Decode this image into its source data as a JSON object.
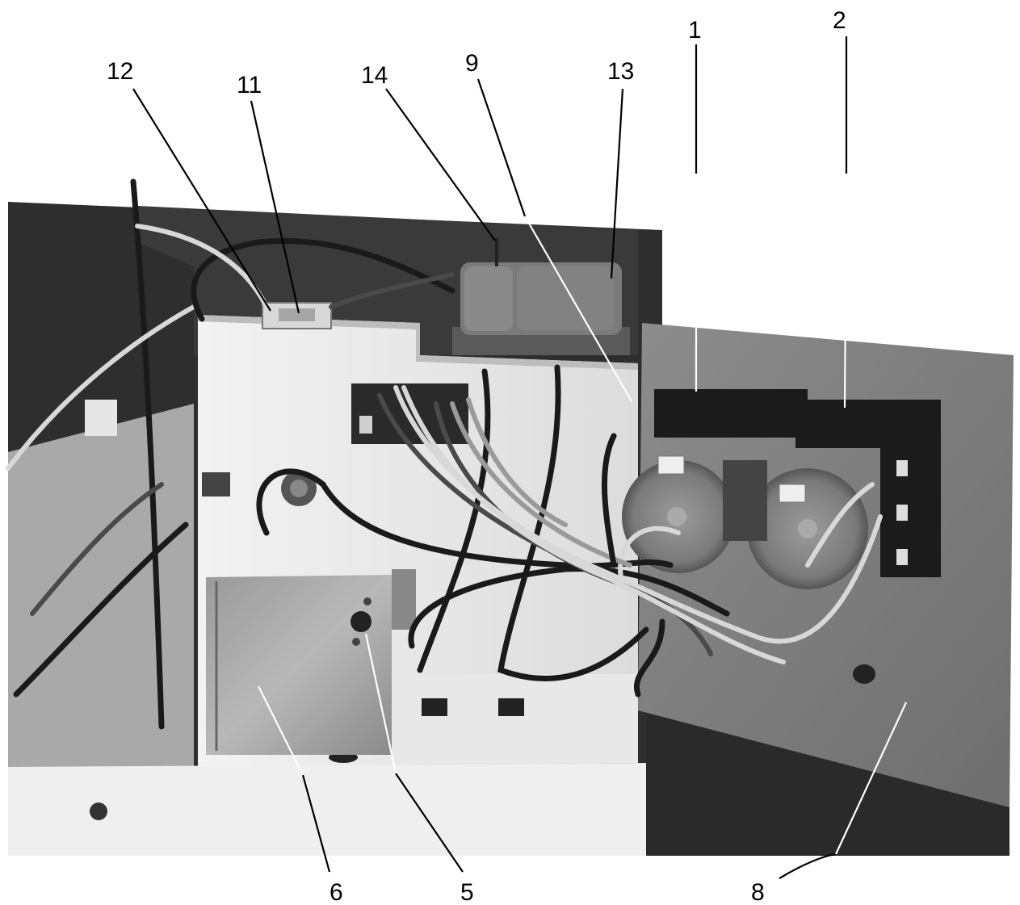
{
  "callouts": [
    {
      "id": "c12",
      "label": "12"
    },
    {
      "id": "c11",
      "label": "11"
    },
    {
      "id": "c14",
      "label": "14"
    },
    {
      "id": "c9",
      "label": "9"
    },
    {
      "id": "c13",
      "label": "13"
    },
    {
      "id": "c1",
      "label": "1"
    },
    {
      "id": "c2",
      "label": "2"
    },
    {
      "id": "c6",
      "label": "6"
    },
    {
      "id": "c5",
      "label": "5"
    },
    {
      "id": "c8",
      "label": "8"
    }
  ]
}
